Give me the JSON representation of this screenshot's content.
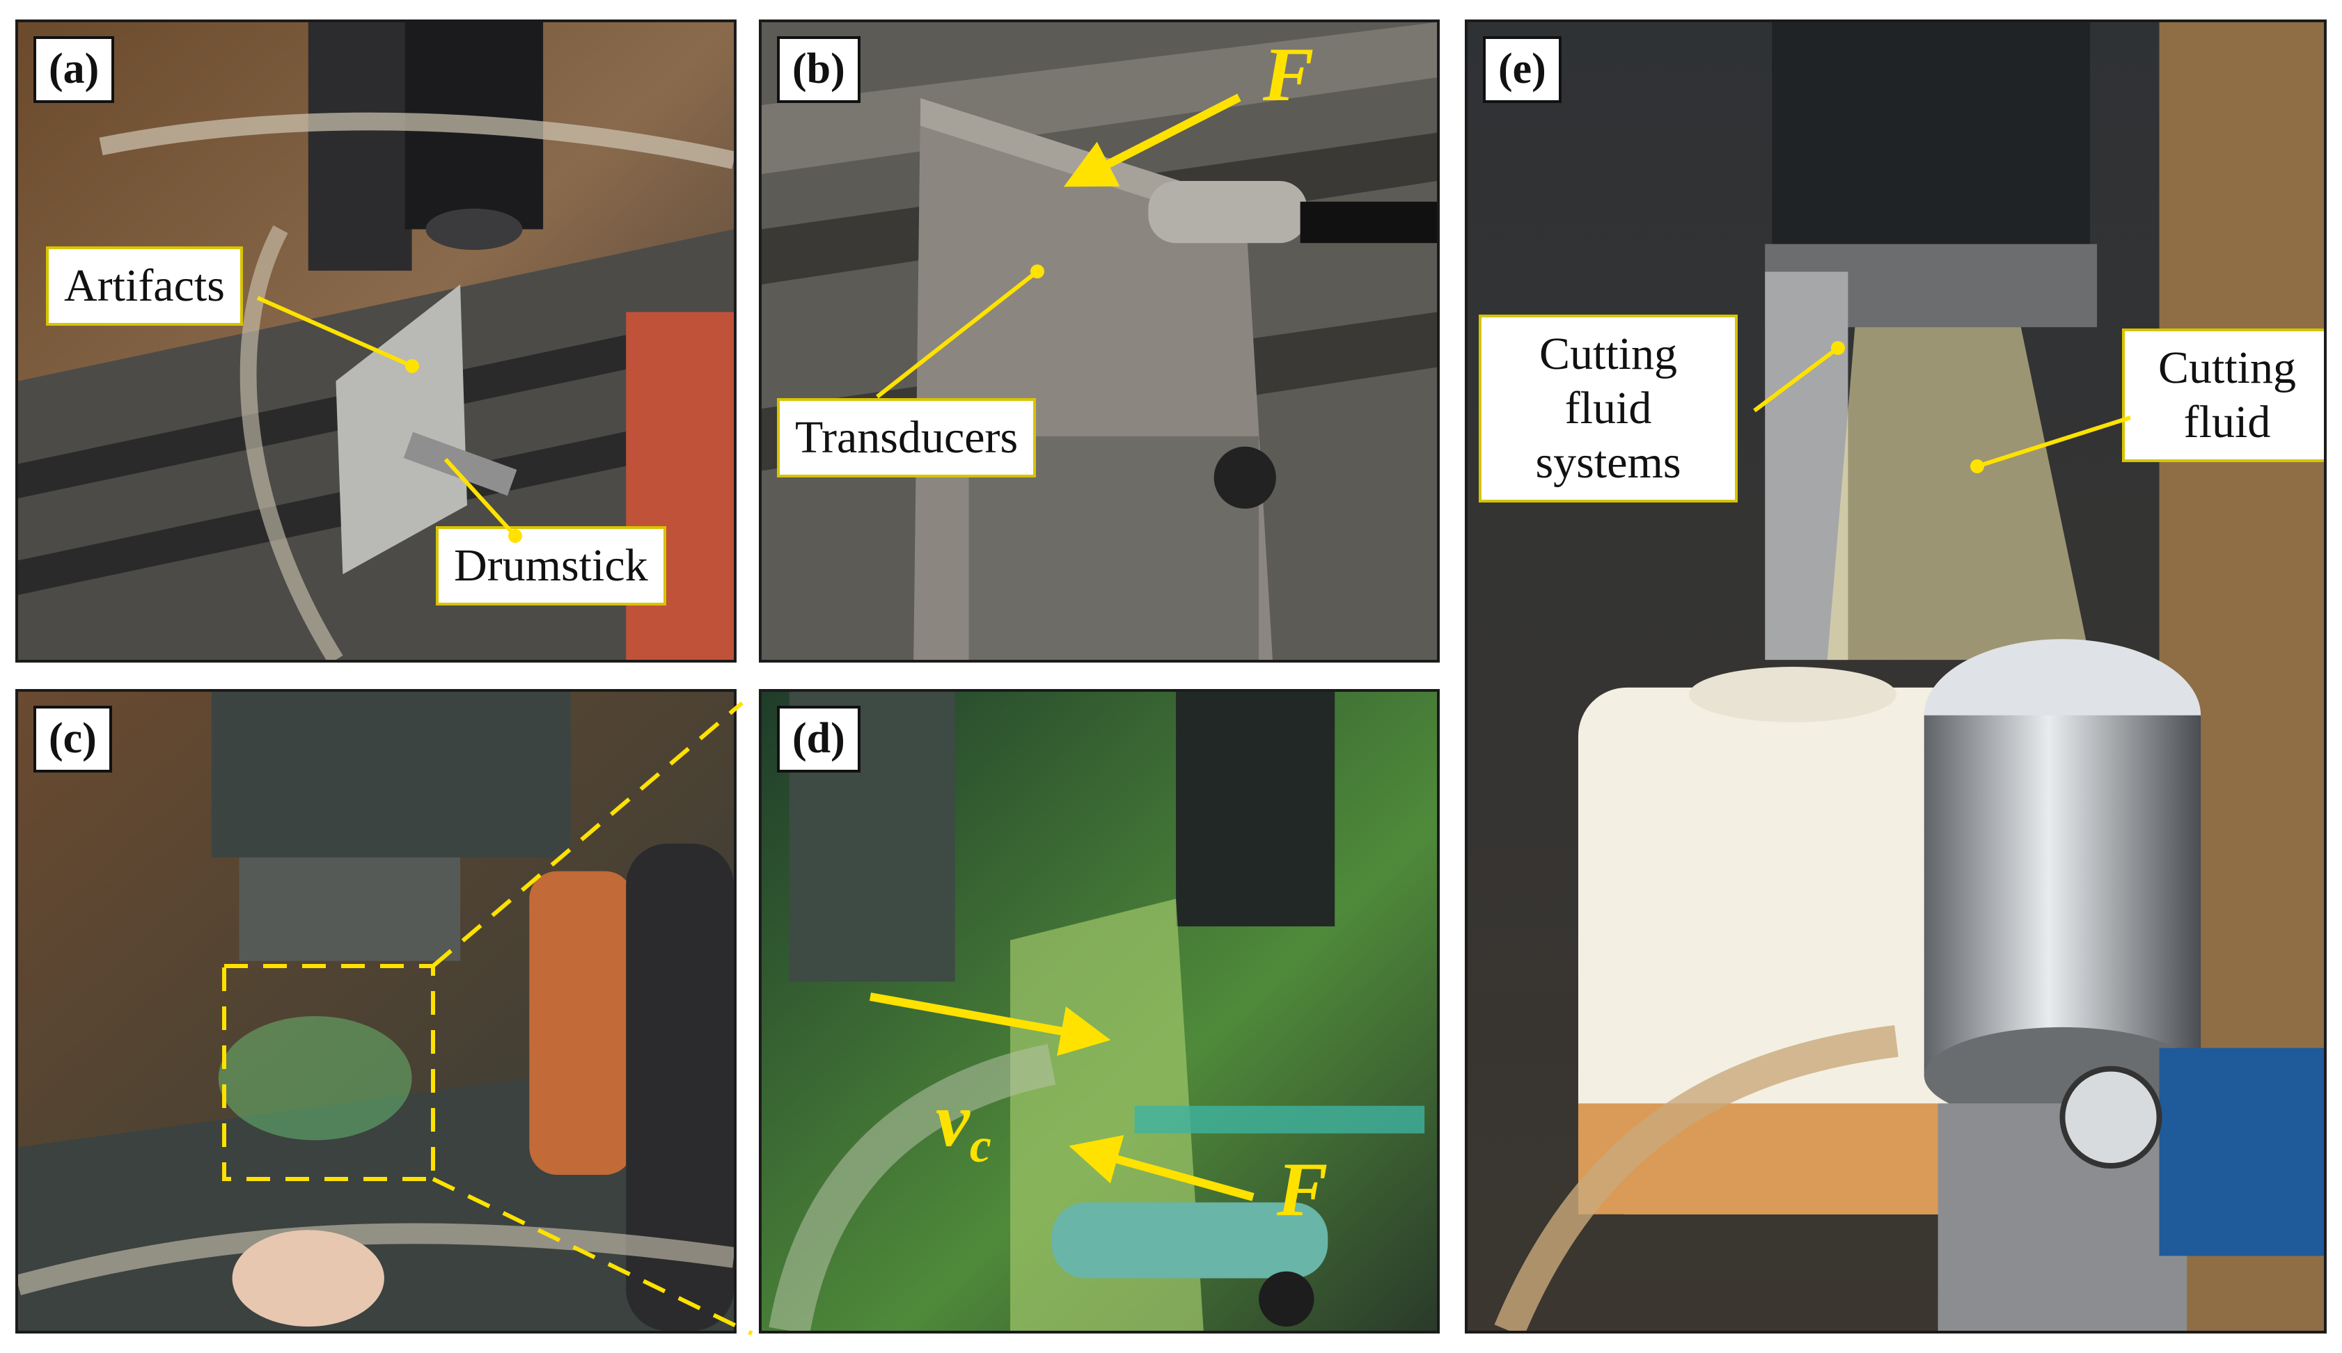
{
  "panels": {
    "a": {
      "label": "(a)",
      "callouts": {
        "artifacts": "Artifacts",
        "drumstick": "Drumstick"
      }
    },
    "b": {
      "label": "(b)",
      "symbol_force": "F",
      "callouts": {
        "transducers": "Transducers"
      }
    },
    "c": {
      "label": "(c)"
    },
    "d": {
      "label": "(d)",
      "symbol_velocity": "v",
      "symbol_velocity_sub": "c",
      "symbol_force": "F"
    },
    "e": {
      "label": "(e)",
      "callouts": {
        "systems_line1": "Cutting",
        "systems_line2": "fluid",
        "systems_line3": "systems",
        "fluid_line1": "Cutting",
        "fluid_line2": "fluid"
      }
    }
  },
  "colors": {
    "annotation_yellow": "#ffe200",
    "callout_border": "#d8c400"
  }
}
